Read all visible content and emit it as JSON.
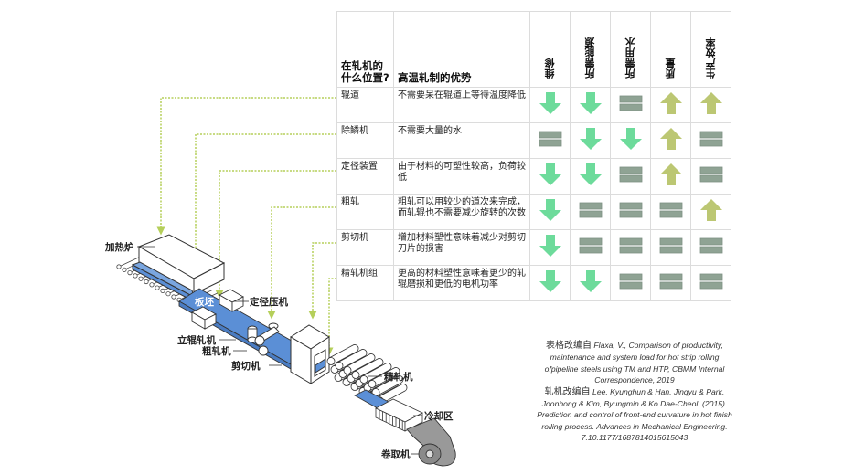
{
  "table": {
    "headers": {
      "location": "在轧机的什么位置?",
      "advantage": "高温轧制的优势",
      "metrics": [
        "维修",
        "所需能源",
        "所需用水",
        "质量",
        "生产效率"
      ]
    },
    "rows": [
      {
        "location": "辊道",
        "advantage": "不需要呆在辊道上等待温度降低",
        "values": [
          "down",
          "down",
          "equal",
          "up",
          "up"
        ]
      },
      {
        "location": "除鳞机",
        "advantage": "不需要大量的水",
        "values": [
          "equal",
          "down",
          "down",
          "up",
          "equal"
        ]
      },
      {
        "location": "定径装置",
        "advantage": "由于材料的可塑性较高，负荷较低",
        "values": [
          "down",
          "down",
          "equal",
          "up",
          "equal"
        ]
      },
      {
        "location": "粗轧",
        "advantage": "粗轧可以用较少的道次来完成，而轧辊也不需要减少旋转的次数",
        "values": [
          "down",
          "equal",
          "equal",
          "equal",
          "up"
        ]
      },
      {
        "location": "剪切机",
        "advantage": "增加材料塑性意味着减少对剪切刀片的损害",
        "values": [
          "down",
          "equal",
          "equal",
          "equal",
          "equal"
        ]
      },
      {
        "location": "精轧机组",
        "advantage": "更高的材料塑性意味着更少的轧辊磨损和更低的电机功率",
        "values": [
          "down",
          "down",
          "equal",
          "equal",
          "equal"
        ]
      }
    ],
    "icon_legend": {
      "down": "arrow-down-icon",
      "up": "arrow-up-icon",
      "equal": "equal-icon"
    },
    "colors": {
      "down": "#6ddb9b",
      "up": "#bcc773",
      "equal": "#8fa394",
      "border": "#dcdcdc",
      "connector": "#b5cf5a"
    }
  },
  "diagram": {
    "labels": {
      "furnace": "加热炉",
      "slab": "板坯",
      "sizing_press": "定径压机",
      "edger": "立辊轧机",
      "roughing_mill": "粗轧机",
      "shear": "剪切机",
      "finishing_mill": "精轧机",
      "cooling": "冷却区",
      "coiler": "卷取机"
    },
    "colors": {
      "slab": "#5b8fd6",
      "strip": "#8c8c8c",
      "outline": "#333333"
    }
  },
  "caption": {
    "table_src_prefix": "表格改编自",
    "table_src": "Flaxa, V., Comparison of productivity, maintenance and system load for hot strip rolling ofpipeline steels using TM and HTP, CBMM Internal Correspondence, 2019",
    "mill_src_prefix": "轧机改编自",
    "mill_src": "Lee, Kyunghun & Han, Jinqyu & Park, Joonhong & Kim, Byungmin & Ko Dae-Cheol. (2015). Prediction and control of front-end curvature in hot finish rolling process. Advances in Mechanical Engineering. 7.10.1177/1687814015615043"
  }
}
